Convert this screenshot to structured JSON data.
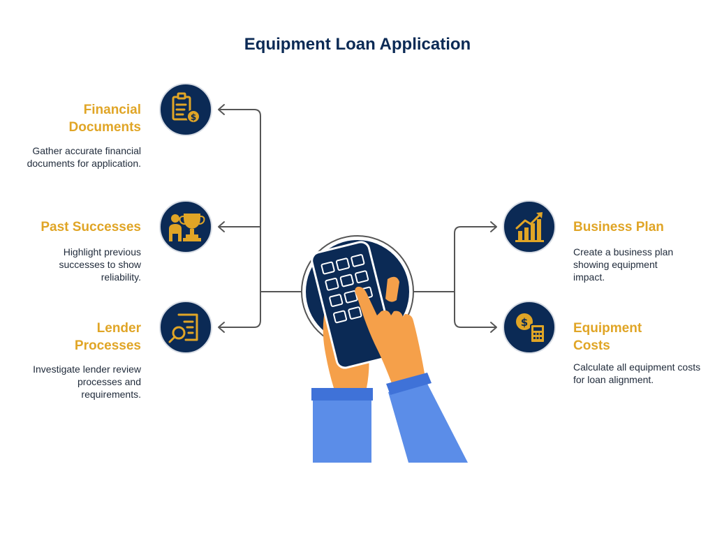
{
  "title": "Equipment Loan Application",
  "colors": {
    "navy": "#0b2a55",
    "gold": "#e0a526",
    "orange": "#f5a04a",
    "blue": "#5b8de8",
    "connector": "#555555"
  },
  "nodes": {
    "financial_documents": {
      "title": "Financial Documents",
      "description": "Gather accurate financial documents for application.",
      "icon": "clipboard-dollar-icon"
    },
    "past_successes": {
      "title": "Past Successes",
      "description": "Highlight previous successes to show reliability.",
      "icon": "person-trophy-icon"
    },
    "lender_processes": {
      "title": "Lender Processes",
      "description": "Investigate lender review processes and requirements.",
      "icon": "document-magnifier-icon"
    },
    "business_plan": {
      "title": "Business Plan",
      "description": "Create a business plan showing equipment impact.",
      "icon": "growth-chart-icon"
    },
    "equipment_costs": {
      "title": "Equipment Costs",
      "description": "Calculate all equipment costs for loan alignment.",
      "icon": "dollar-calculator-icon"
    }
  },
  "center_icon": "hands-calculator-icon"
}
